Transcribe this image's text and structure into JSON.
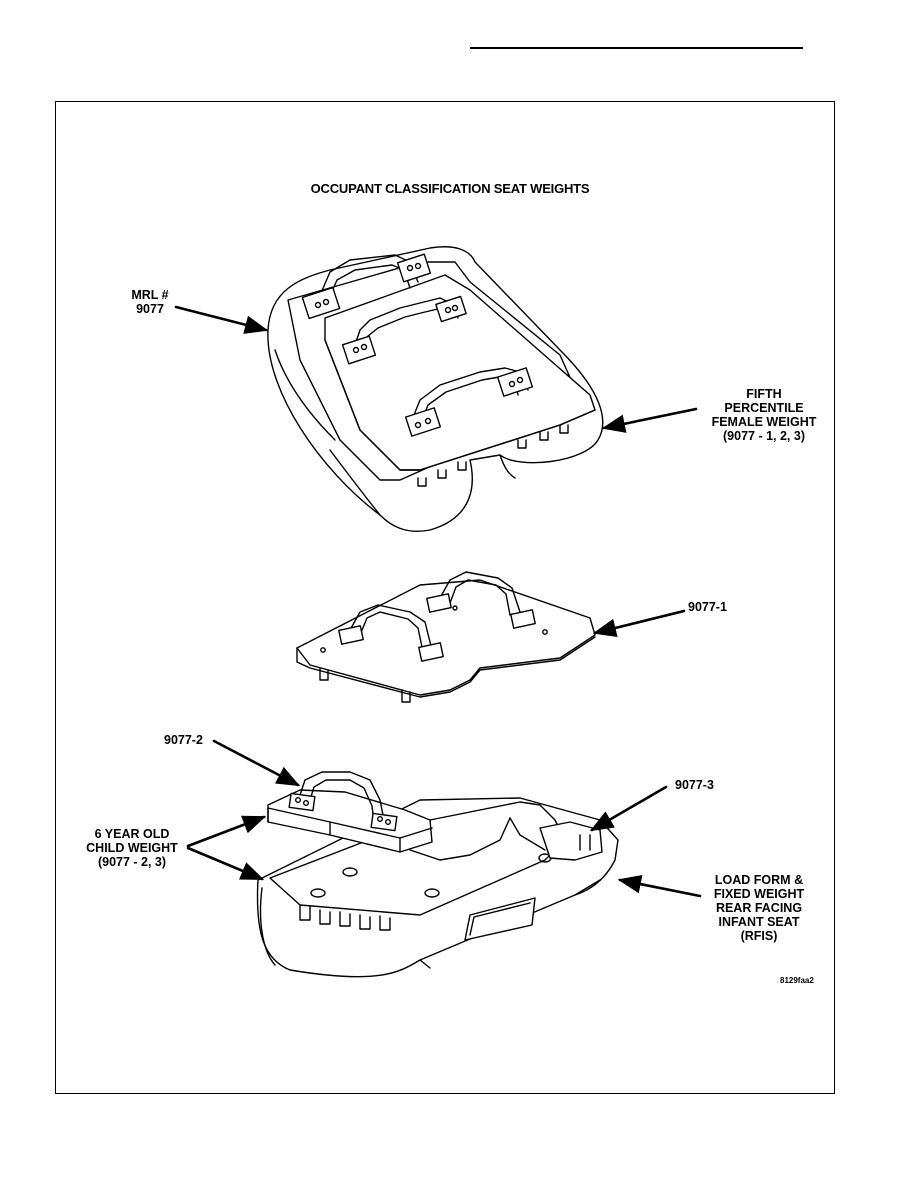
{
  "figure": {
    "title": "OCCUPANT CLASSIFICATION SEAT WEIGHTS",
    "figure_code": "8129faa2"
  },
  "callouts": {
    "mrl": [
      "MRL #",
      "9077"
    ],
    "fifth_percentile": [
      "FIFTH",
      "PERCENTILE",
      "FEMALE WEIGHT",
      "(9077 - 1, 2, 3)"
    ],
    "part_1": "9077-1",
    "part_2": "9077-2",
    "part_3": "9077-3",
    "six_year_old": [
      "6 YEAR OLD",
      "CHILD WEIGHT",
      "(9077 - 2, 3)"
    ],
    "load_form": [
      "LOAD FORM &",
      "FIXED WEIGHT",
      "REAR FACING",
      "INFANT SEAT",
      "(RFIS)"
    ]
  },
  "colors": {
    "ink": "#000000",
    "paper": "#ffffff"
  }
}
